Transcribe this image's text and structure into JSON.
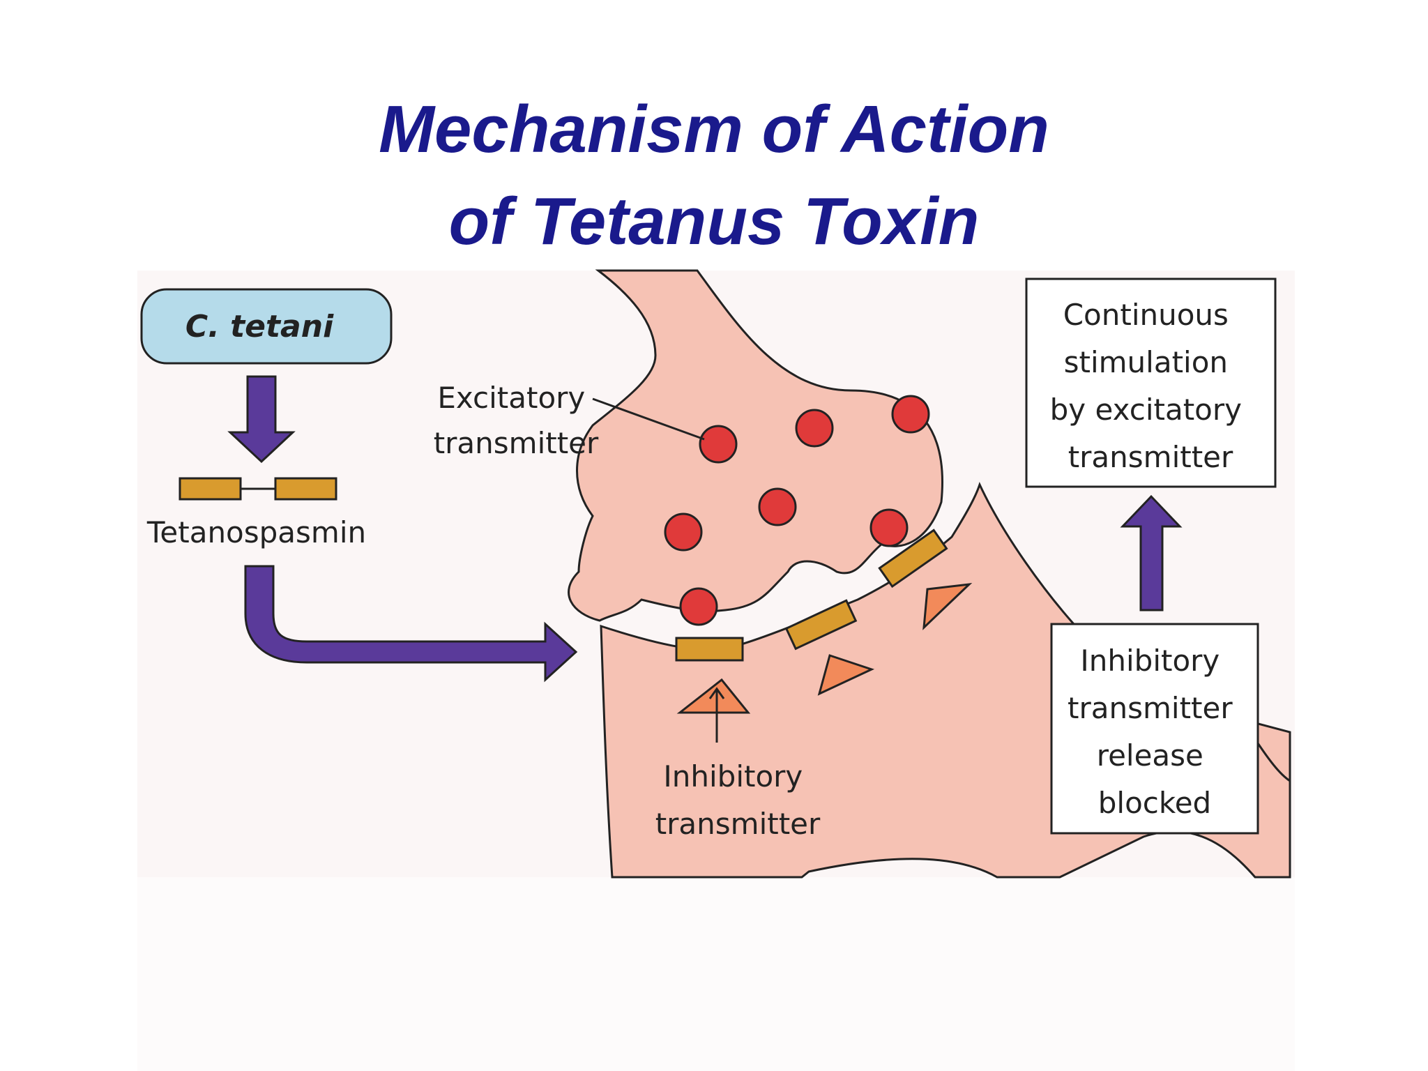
{
  "title": {
    "line1": "Mechanism of Action",
    "line2": "of Tetanus Toxin"
  },
  "diagram": {
    "source_box": "C. tetani",
    "toxin_label": "Tetanospasmin",
    "excitatory_label": [
      "Excitatory",
      "transmitter"
    ],
    "inhibitory_label": [
      "Inhibitory",
      "transmitter"
    ],
    "result_box": [
      "Continuous",
      "stimulation",
      "by excitatory",
      "transmitter"
    ],
    "blocked_box": [
      "Inhibitory",
      "transmitter",
      "release",
      "blocked"
    ]
  },
  "colors": {
    "title": "#1a1a8c",
    "neuron": "#f6c2b4",
    "vesicle": "#e03a3a",
    "toxin": "#d99b2e",
    "arrow": "#5a3a9a",
    "source_box": "#b5dbea",
    "inhibitory_triangle": "#f28a5a"
  }
}
